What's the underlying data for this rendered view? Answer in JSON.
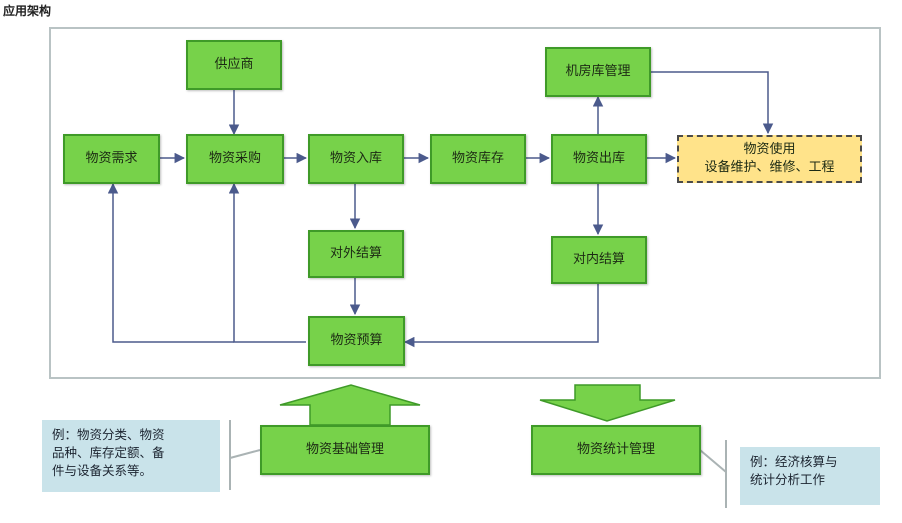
{
  "page": {
    "title": "应用架构"
  },
  "colors": {
    "node_fill": "#77d24a",
    "node_border": "#3f9a28",
    "usage_fill": "#ffe38a",
    "arrow": "#4b5a8c",
    "note_fill": "#c9e3ea"
  },
  "nodes": {
    "supplier": "供应商",
    "demand": "物资需求",
    "procurement": "物资采购",
    "inbound": "物资入库",
    "inventory": "物资库存",
    "outbound": "物资出库",
    "usage_line1": "物资使用",
    "usage_line2": "设备维护、维修、工程",
    "machine_room": "机房库管理",
    "external_settlement": "对外结算",
    "internal_settlement": "对内结算",
    "budget": "物资预算",
    "basic_management": "物资基础管理",
    "statistics_management": "物资统计管理"
  },
  "notes": {
    "left_line1": "例：物资分类、物资",
    "left_line2": "品种、库存定额、备",
    "left_line3": "件与设备关系等。",
    "right_line1": "例：经济核算与",
    "right_line2": "统计分析工作"
  }
}
